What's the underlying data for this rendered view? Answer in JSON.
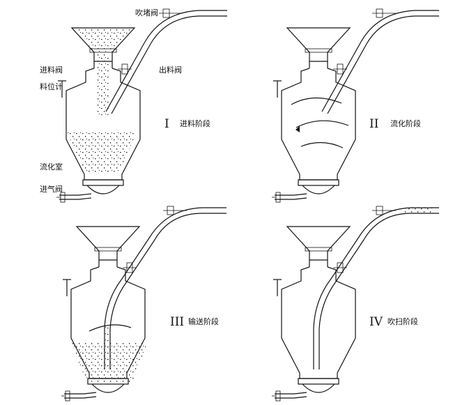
{
  "labels": {
    "purge_valve": "吹堵阀",
    "inlet_valve": "进料阀",
    "outlet_valve": "出料阀",
    "level_gauge": "料位计",
    "fluidizing_chamber": "流化室",
    "air_inlet_valve": "进气阀"
  },
  "stages": [
    {
      "numeral": "I",
      "name": "进料阶段"
    },
    {
      "numeral": "II",
      "name": "流化阶段"
    },
    {
      "numeral": "III",
      "name": "输送阶段"
    },
    {
      "numeral": "IV",
      "name": "吹扫阶段"
    }
  ]
}
